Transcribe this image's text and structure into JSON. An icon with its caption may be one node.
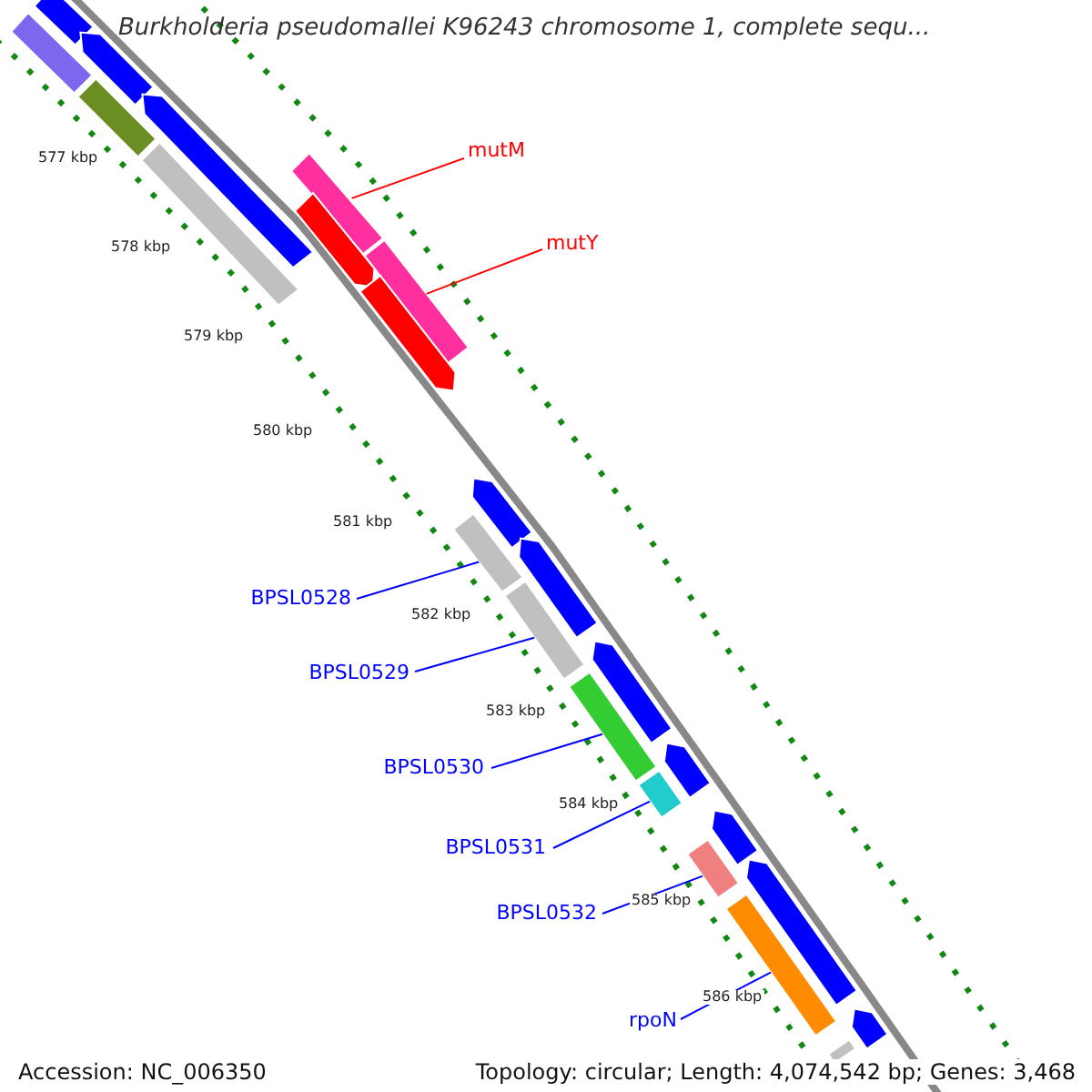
{
  "diagram": {
    "title": "Burkholderia pseudomallei K96243 chromosome 1, complete sequ...",
    "nodes": [
      {
        "text": [
          "mutM"
        ]
      },
      {
        "text": [],
        "shape": "bar"
      },
      {
        "text": [
          "mutY"
        ]
      },
      {
        "text": [],
        "shape": "bar"
      },
      {
        "text": [
          "BPSL0528"
        ]
      },
      {
        "text": [],
        "shape": "bar"
      },
      {
        "text": [
          "BPSL0529"
        ]
      },
      {
        "text": [],
        "shape": "bar"
      },
      {
        "text": [
          "BPSL0530"
        ]
      },
      {
        "text": [],
        "shape": "bar"
      },
      {
        "text": [
          "BPSL0531"
        ]
      },
      {
        "text": [],
        "shape": "bar"
      },
      {
        "text": [
          "BPSL0532"
        ]
      },
      {
        "text": [],
        "shape": "bar"
      },
      {
        "text": [
          "rpoN"
        ]
      },
      {
        "text": [],
        "shape": "bar"
      },
      {
        "text": [],
        "shape": "bar"
      },
      {
        "text": [],
        "shape": "bar"
      },
      {
        "text": [],
        "shape": "bar"
      },
      {
        "text": [],
        "shape": "bar"
      },
      {
        "text": [],
        "shape": "bar"
      },
      {
        "text": [],
        "shape": "bar"
      },
      {
        "text": [],
        "shape": "bar"
      },
      {
        "text": [],
        "shape": "bar"
      },
      {
        "text": [],
        "shape": "bar"
      },
      {
        "text": [],
        "shape": "bar"
      },
      {
        "text": [],
        "shape": "bar"
      },
      {
        "text": [],
        "shape": "bar"
      },
      {
        "text": [],
        "shape": "bar"
      },
      {
        "text": [],
        "shape": "bar"
      },
      {
        "text": [],
        "shape": "bar"
      },
      {
        "text": [],
        "shape": "bar"
      }
    ],
    "edges": [
      {
        "from": 0,
        "to": 1,
        "arrow": "none",
        "color": "#ff0000"
      },
      {
        "from": 2,
        "to": 3,
        "arrow": "none",
        "color": "#ff0000"
      },
      {
        "from": 4,
        "to": 5,
        "arrow": "none"
      },
      {
        "from": 6,
        "to": 7,
        "arrow": "none"
      },
      {
        "from": 8,
        "to": 9,
        "arrow": "none"
      },
      {
        "from": 10,
        "to": 11,
        "arrow": "none"
      },
      {
        "from": 12,
        "to": 13,
        "arrow": "none"
      },
      {
        "from": 14,
        "to": 15,
        "arrow": "none"
      }
    ],
    "labels": [
      "577 kbp",
      "578 kbp",
      "579 kbp",
      "580 kbp",
      "581 kbp",
      "582 kbp",
      "583 kbp",
      "584 kbp",
      "585 kbp",
      "586 kbp",
      "Accession: NC_006350",
      "Topology: circular; Length: 4,074,542 bp; Genes: 3,468"
    ]
  }
}
